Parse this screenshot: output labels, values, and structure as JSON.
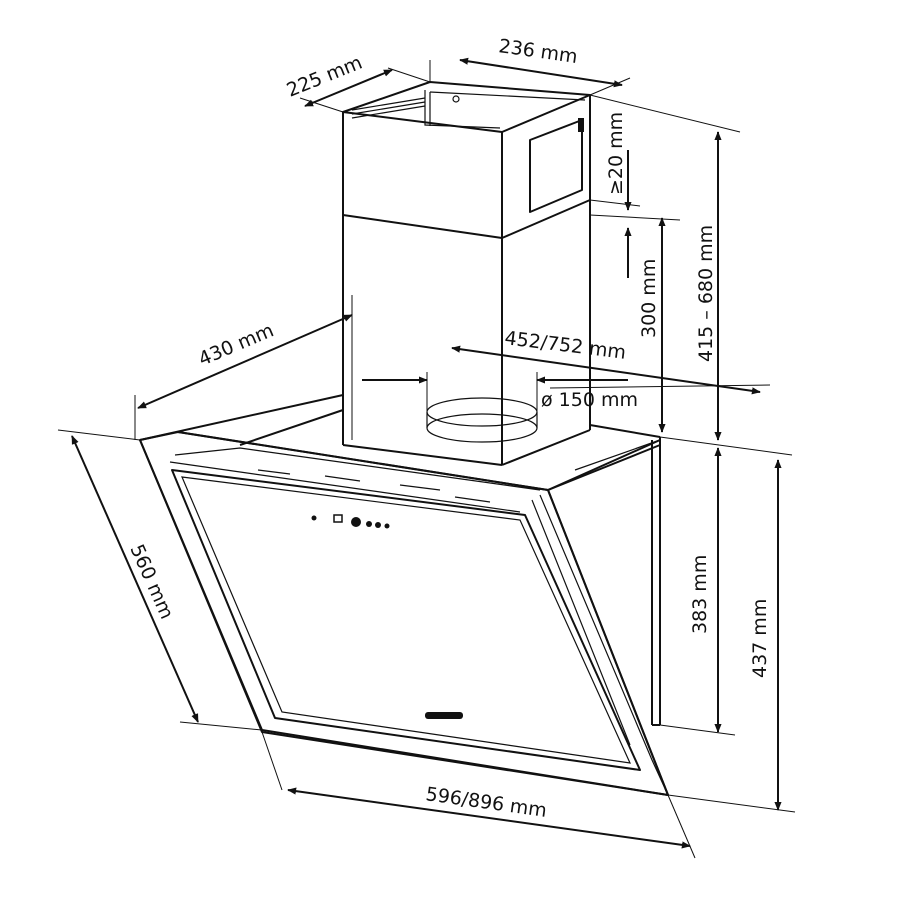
{
  "dimensions": {
    "duct_depth": "225 mm",
    "duct_width": "236 mm",
    "gap_min": "≥20 mm",
    "duct_height_range": "415 – 680 mm",
    "duct_lower": "300 mm",
    "canopy_depth": "430 mm",
    "body_width": "452/752 mm",
    "outlet_diameter": "ø 150 mm",
    "glass_height": "560 mm",
    "body_height": "383 mm",
    "total_front_height": "437 mm",
    "front_width": "596/896 mm"
  },
  "colors": {
    "line": "#111111",
    "background": "#ffffff"
  }
}
